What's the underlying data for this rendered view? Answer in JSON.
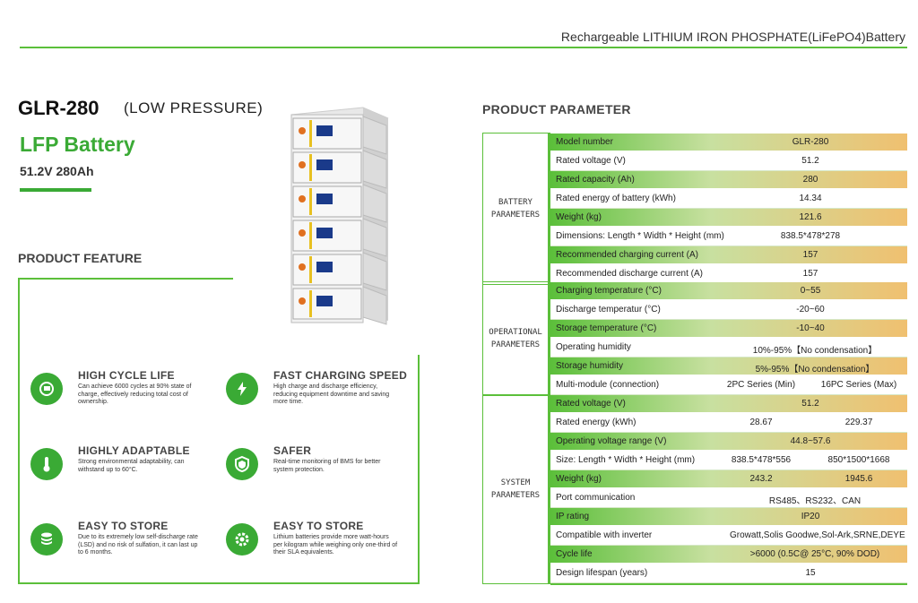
{
  "header": {
    "title": "Rechargeable LITHIUM IRON PHOSPHATE(LiFePO4)Battery"
  },
  "product": {
    "model": "GLR-280",
    "model_sub": "(LOW PRESSURE)",
    "type": "LFP Battery",
    "spec": "51.2V 280Ah"
  },
  "feature_section": {
    "title": "PRODUCT FEATURE",
    "features": [
      {
        "icon": "battery-cycle-icon",
        "title": "HIGH CYCLE LIFE",
        "desc": "Can achieve 6000 cycles at 90% state of charge, effectively reducing total cost of ownership."
      },
      {
        "icon": "lightning-icon",
        "title": "FAST CHARGING SPEED",
        "desc": "High charge and discharge efficiency, reducing equipment downtime and saving more time."
      },
      {
        "icon": "thermometer-icon",
        "title": "HIGHLY ADAPTABLE",
        "desc": "Strong environmental adaptability, can withstand up to 60°C."
      },
      {
        "icon": "shield-icon",
        "title": "SAFER",
        "desc": "Real-time monitoring of BMS for better system protection."
      },
      {
        "icon": "database-icon",
        "title": "EASY TO STORE",
        "desc": "Due to its extremely low self-discharge rate (LSD) and no risk of sulfation, it can last up to 6 months."
      },
      {
        "icon": "gear-icon",
        "title": "EASY TO STORE",
        "desc": "Lithium batteries provide more watt-hours per kilogram while weighing only one-third of their SLA equivalents."
      }
    ]
  },
  "parameter_section": {
    "title": "PRODUCT PARAMETER",
    "groups": [
      {
        "name_line1": "BATTERY",
        "name_line2": "PARAMETERS"
      },
      {
        "name_line1": "OPERATIONAL",
        "name_line2": "PARAMETERS"
      },
      {
        "name_line1": "SYSTEM",
        "name_line2": "PARAMETERS"
      }
    ],
    "battery_rows": [
      {
        "label": "Model number",
        "value": "GLR-280",
        "hl": true
      },
      {
        "label": "Rated voltage (V)",
        "value": "51.2",
        "hl": false
      },
      {
        "label": "Rated capacity (Ah)",
        "value": "280",
        "hl": true
      },
      {
        "label": "Rated energy of battery (kWh)",
        "value": "14.34",
        "hl": false
      },
      {
        "label": "Weight (kg)",
        "value": "121.6",
        "hl": true
      },
      {
        "label": "Dimensions: Length * Width * Height (mm)",
        "value": "838.5*478*278",
        "hl": false
      },
      {
        "label": "Recommended charging current (A)",
        "value": "157",
        "hl": true
      },
      {
        "label": "Recommended discharge current (A)",
        "value": "157",
        "hl": false
      }
    ],
    "operational_rows": [
      {
        "label": "Charging temperature (°C)",
        "value": "0~55",
        "hl": true
      },
      {
        "label": "Discharge temperatur (°C)",
        "value": "-20~60",
        "hl": false
      },
      {
        "label": "Storage temperature (°C)",
        "value": "-10~40",
        "hl": true
      },
      {
        "label": "Operating humidity",
        "value": "10%-95%【No condensation】",
        "hl": false
      },
      {
        "label": "Storage humidity",
        "value": "5%-95%【No condensation】",
        "hl": true
      },
      {
        "label": "Multi-module  (connection)",
        "value_a": "2PC Series (Min)",
        "value_b": "16PC Series (Max)",
        "hl": false
      }
    ],
    "system_rows": [
      {
        "label": "Rated voltage (V)",
        "value": "51.2",
        "hl": true
      },
      {
        "label": "Rated energy (kWh)",
        "value_a": "28.67",
        "value_b": "229.37",
        "hl": false
      },
      {
        "label": "Operating voltage range (V)",
        "value": "44.8~57.6",
        "hl": true
      },
      {
        "label": "Size: Length * Width * Height (mm)",
        "value_a": "838.5*478*556",
        "value_b": "850*1500*1668",
        "hl": false
      },
      {
        "label": "Weight (kg)",
        "value_a": "243.2",
        "value_b": "1945.6",
        "hl": true
      },
      {
        "label": "Port communication",
        "value": "RS485、RS232、CAN",
        "hl": false
      },
      {
        "label": "IP rating",
        "value": "IP20",
        "hl": true
      },
      {
        "label": "Compatible with inverter",
        "value": "Growatt,Solis Goodwe,Sol-Ark,SRNE,DEYE",
        "hl": false
      },
      {
        "label": "Cycle life",
        "value": ">6000  (0.5C@ 25°C,  90% DOD)",
        "hl": true
      },
      {
        "label": "Design lifespan (years)",
        "value": "15",
        "hl": false
      }
    ]
  }
}
